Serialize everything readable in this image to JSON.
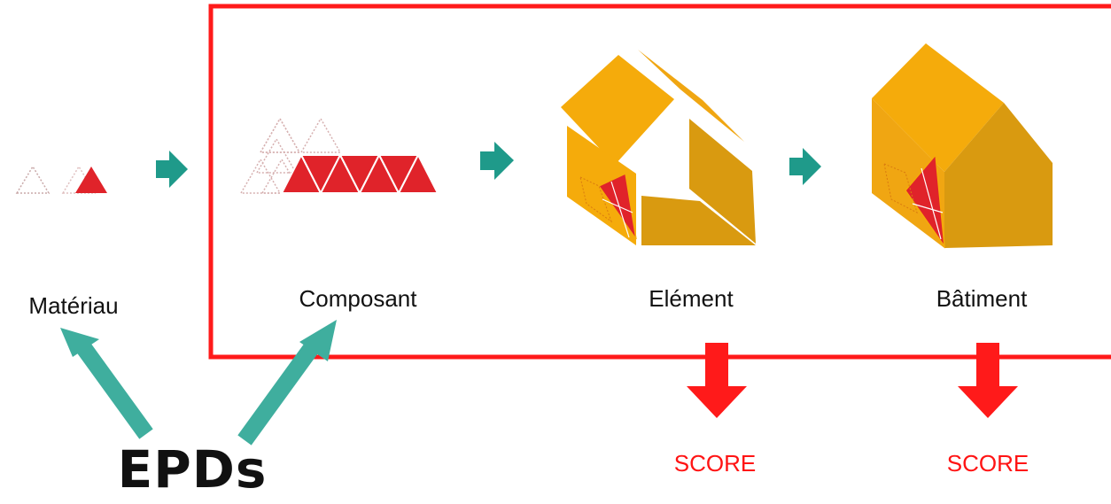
{
  "stages": [
    {
      "key": "materiau",
      "label": "Matériau"
    },
    {
      "key": "composant",
      "label": "Composant"
    },
    {
      "key": "element",
      "label": "Elément"
    },
    {
      "key": "batiment",
      "label": "Bâtiment"
    }
  ],
  "scores": [
    "SCORE",
    "SCORE"
  ],
  "epds_label": "EPDs",
  "colors": {
    "frame": "#ff1a1a",
    "flow_arrow": "#1f9a8a",
    "epd_arrow": "#3fae9e",
    "score_arrow": "#ff1a1a",
    "triangle": "#e0232a",
    "wall_light": "#f5ab0b",
    "wall_dark": "#d99a10"
  },
  "icons": [
    "triangle-material-icon",
    "triangle-component-icon",
    "element-house-icon",
    "building-house-icon"
  ]
}
